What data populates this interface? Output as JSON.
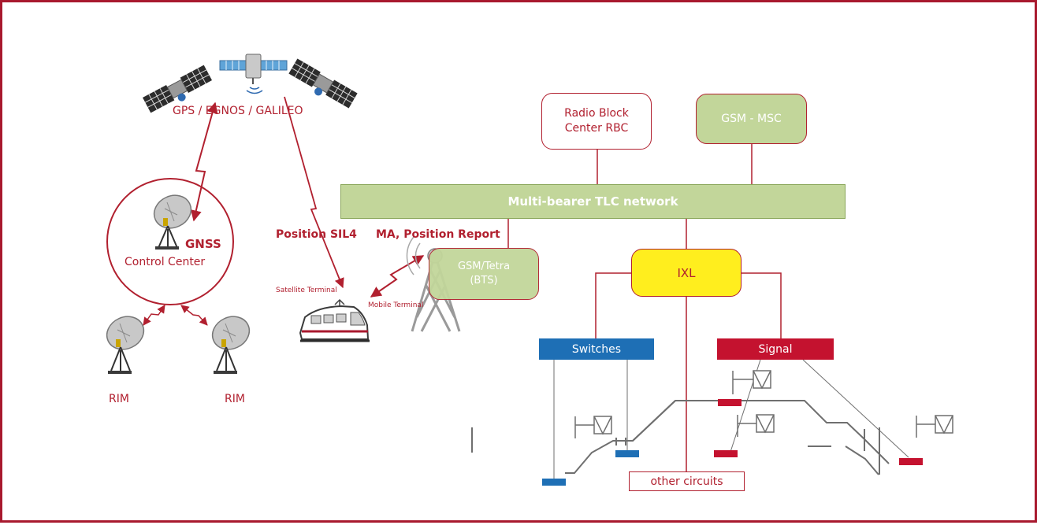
{
  "colors": {
    "frame": "#a8192e",
    "accent_red": "#b1202f",
    "green_fill": "#c2d69a",
    "yellow_fill": "#ffee1e",
    "blue": "#1e6fb5",
    "signal_red": "#c4122f",
    "track_gray": "#6f6f6f"
  },
  "satellites": {
    "caption": "GPS / EGNOS / GALILEO"
  },
  "gnss": {
    "title": "GNSS",
    "subtitle": "Control Center"
  },
  "rim": {
    "left": "RIM",
    "right": "RIM"
  },
  "train": {
    "position_label": "Position SIL4",
    "ma_label": "MA, Position Report",
    "satellite_terminal": "Satellite Terminal",
    "mobile_terminal": "Mobile Terminal"
  },
  "nodes": {
    "rbc_line1": "Radio Block",
    "rbc_line2": "Center RBC",
    "msc": "GSM - MSC",
    "tlc": "Multi-bearer TLC network",
    "bts_line1": "GSM/Tetra",
    "bts_line2": "(BTS)",
    "ixl": "IXL",
    "switches": "Switches",
    "signal": "Signal",
    "other_circuits": "other circuits"
  },
  "icons": [
    "satellite-icon",
    "satellite-dish-icon",
    "radio-tower-icon",
    "train-icon",
    "signal-head-icon"
  ]
}
